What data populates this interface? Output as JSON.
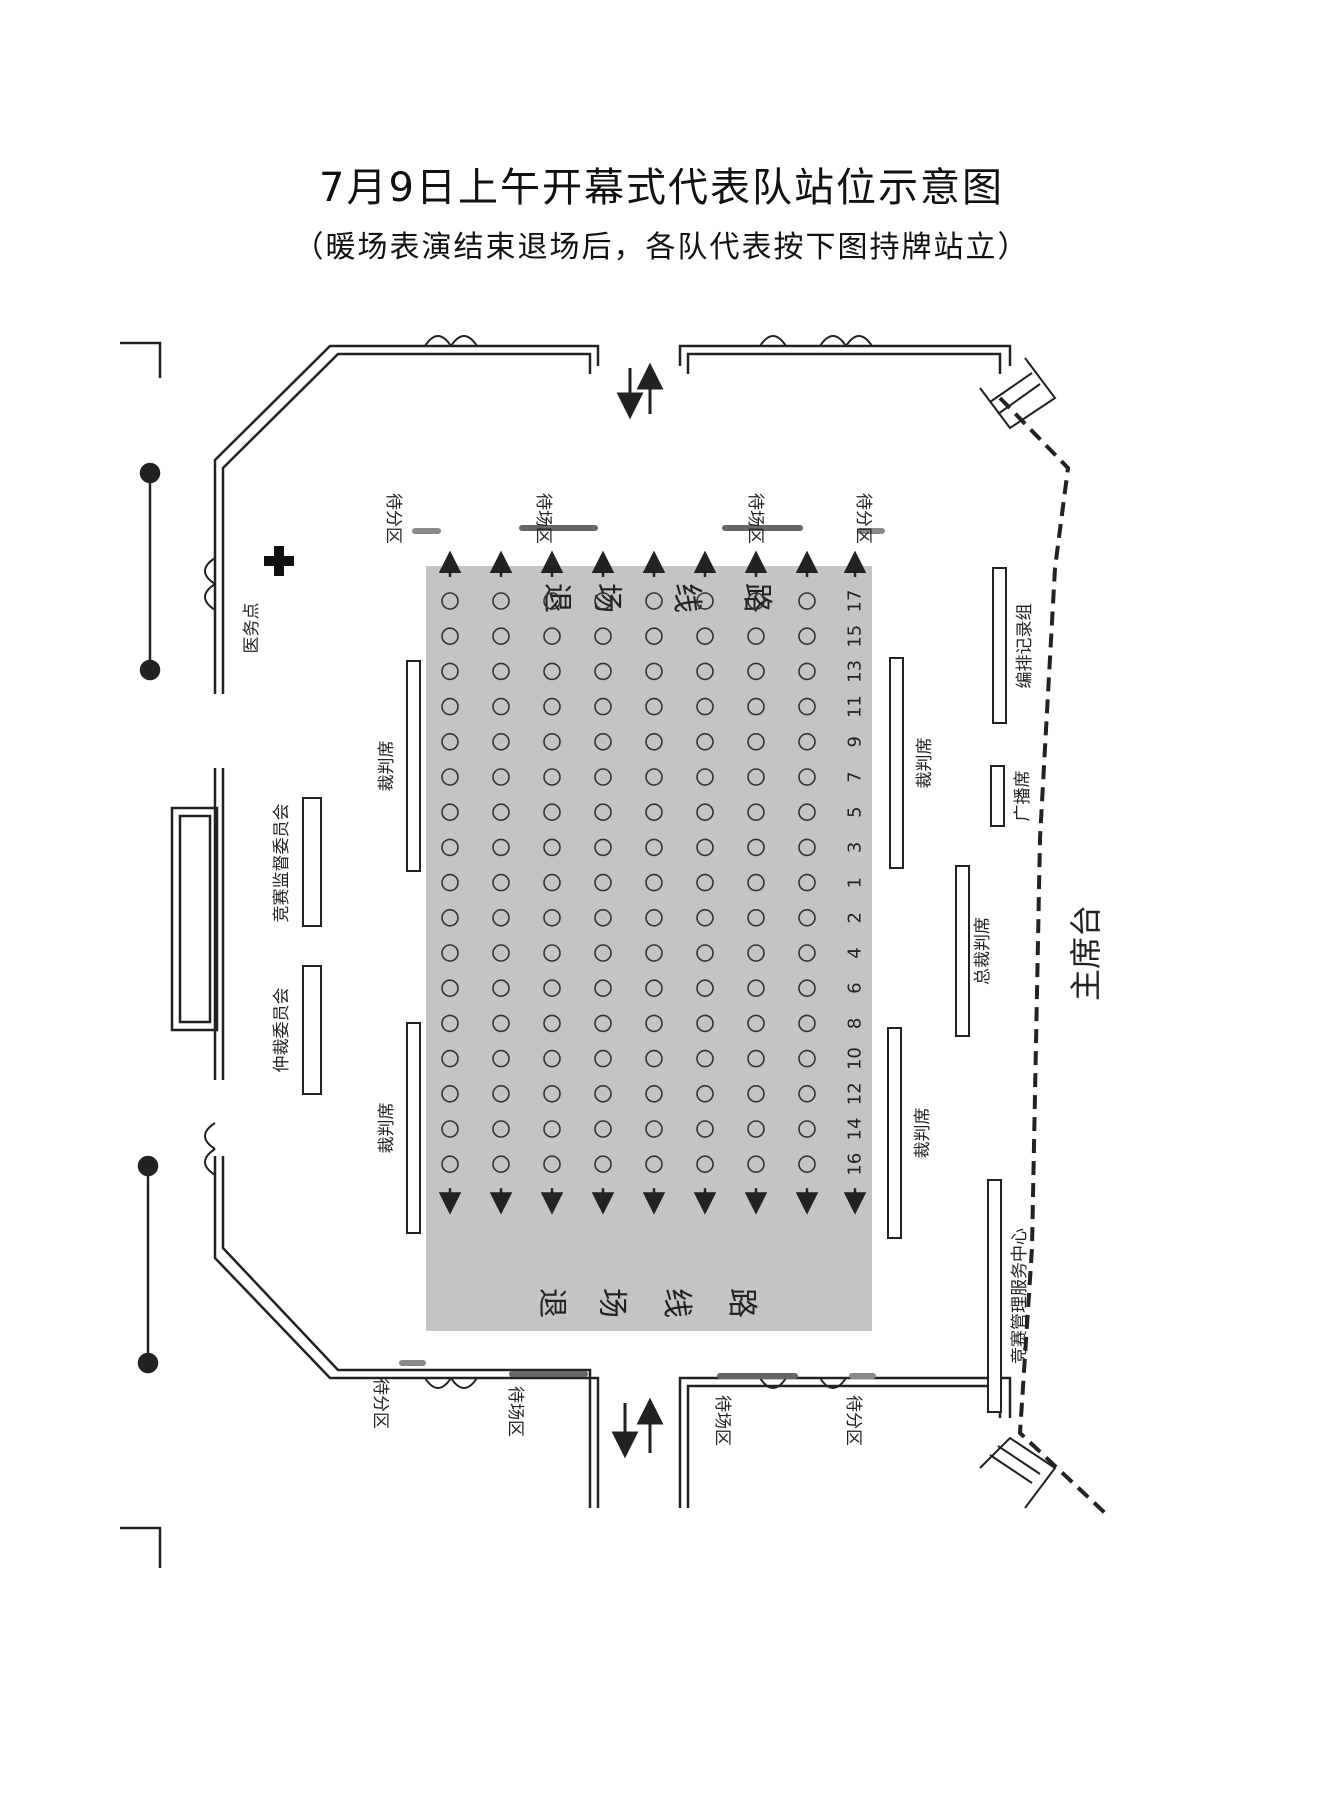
{
  "title": "7月9日上午开幕式代表队站位示意图",
  "subtitle": "（暖场表演结束退场后，各队代表按下图持牌站立）",
  "labels": {
    "exit_route": [
      "退",
      "场",
      "线",
      "路"
    ],
    "waiting_sort_zone": "待分区",
    "waiting_field_zone": "待场区",
    "medical_point": "医务点",
    "referee_seat": "裁判席",
    "chief_referee_seat": "总裁判席",
    "arrangement_record_group": "编排记录组",
    "broadcast_seat": "广播席",
    "main_stand": "主席台",
    "competition_supervision_committee": "竞赛监督委员会",
    "arbitration_committee": "仲裁委员会",
    "competition_management_service_center": "竞赛管理服务中心"
  },
  "team_numbers": [
    "17",
    "15",
    "13",
    "11",
    "9",
    "7",
    "5",
    "3",
    "1",
    "2",
    "4",
    "6",
    "8",
    "10",
    "12",
    "14",
    "16"
  ],
  "rows_per_team": 8,
  "colors": {
    "field_fill": "#c4c4c4",
    "line": "#222222",
    "zone_bar": "#8a8a8a"
  }
}
